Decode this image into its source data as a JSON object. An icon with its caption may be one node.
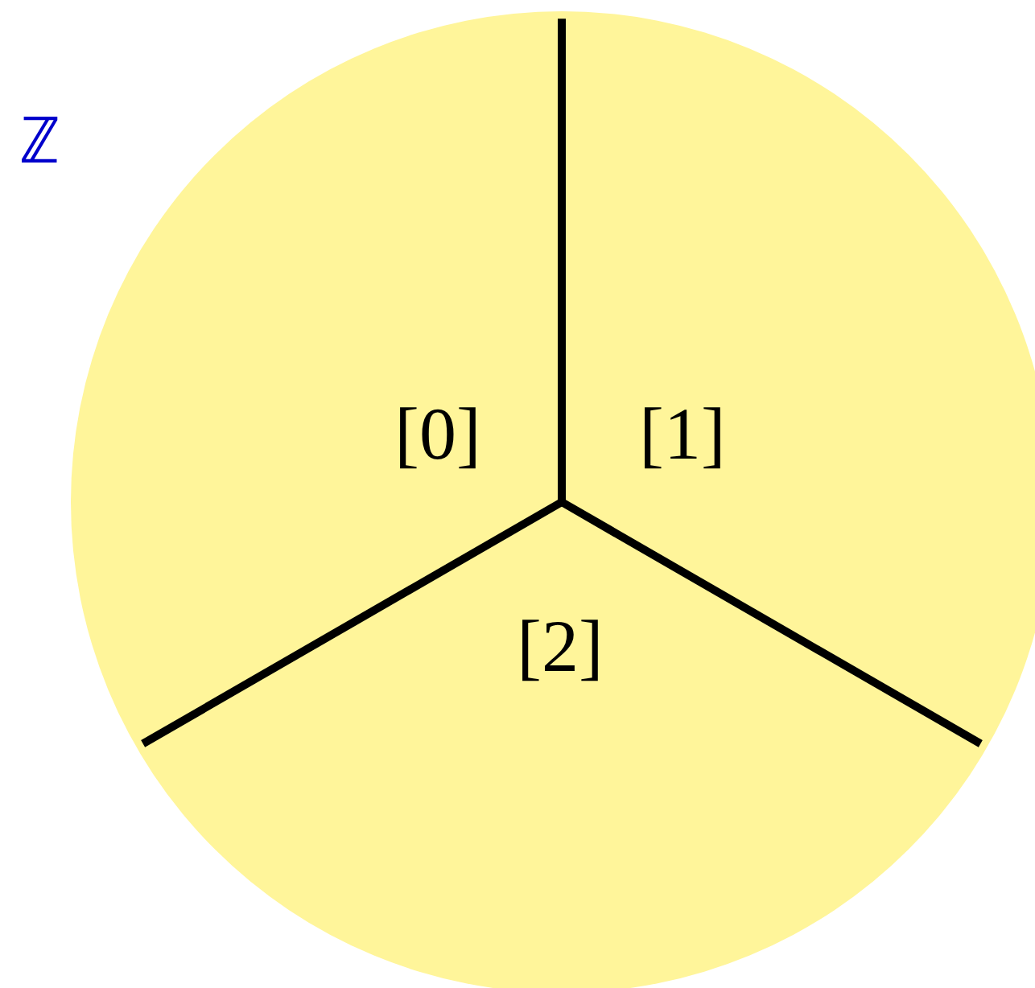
{
  "diagram": {
    "nodes": [
      {
        "text": [
          "ℤ"
        ]
      },
      {
        "text": [
          "[0]"
        ],
        "in": 0
      },
      {
        "text": [
          "[1]"
        ],
        "in": 0
      },
      {
        "text": [
          "[2]"
        ],
        "in": 0
      }
    ]
  }
}
